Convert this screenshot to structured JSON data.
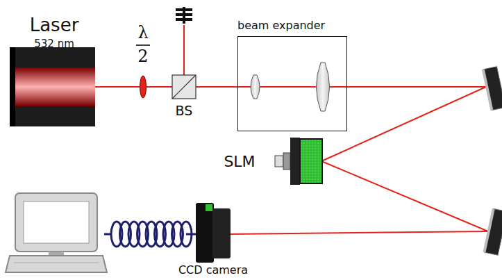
{
  "diagram": {
    "nodes": [
      {
        "text": [
          "beam expander"
        ]
      }
    ],
    "labels": [
      "Laser",
      "532 nm",
      "λ",
      "2",
      "BS",
      "SLM",
      "CCD camera"
    ]
  }
}
